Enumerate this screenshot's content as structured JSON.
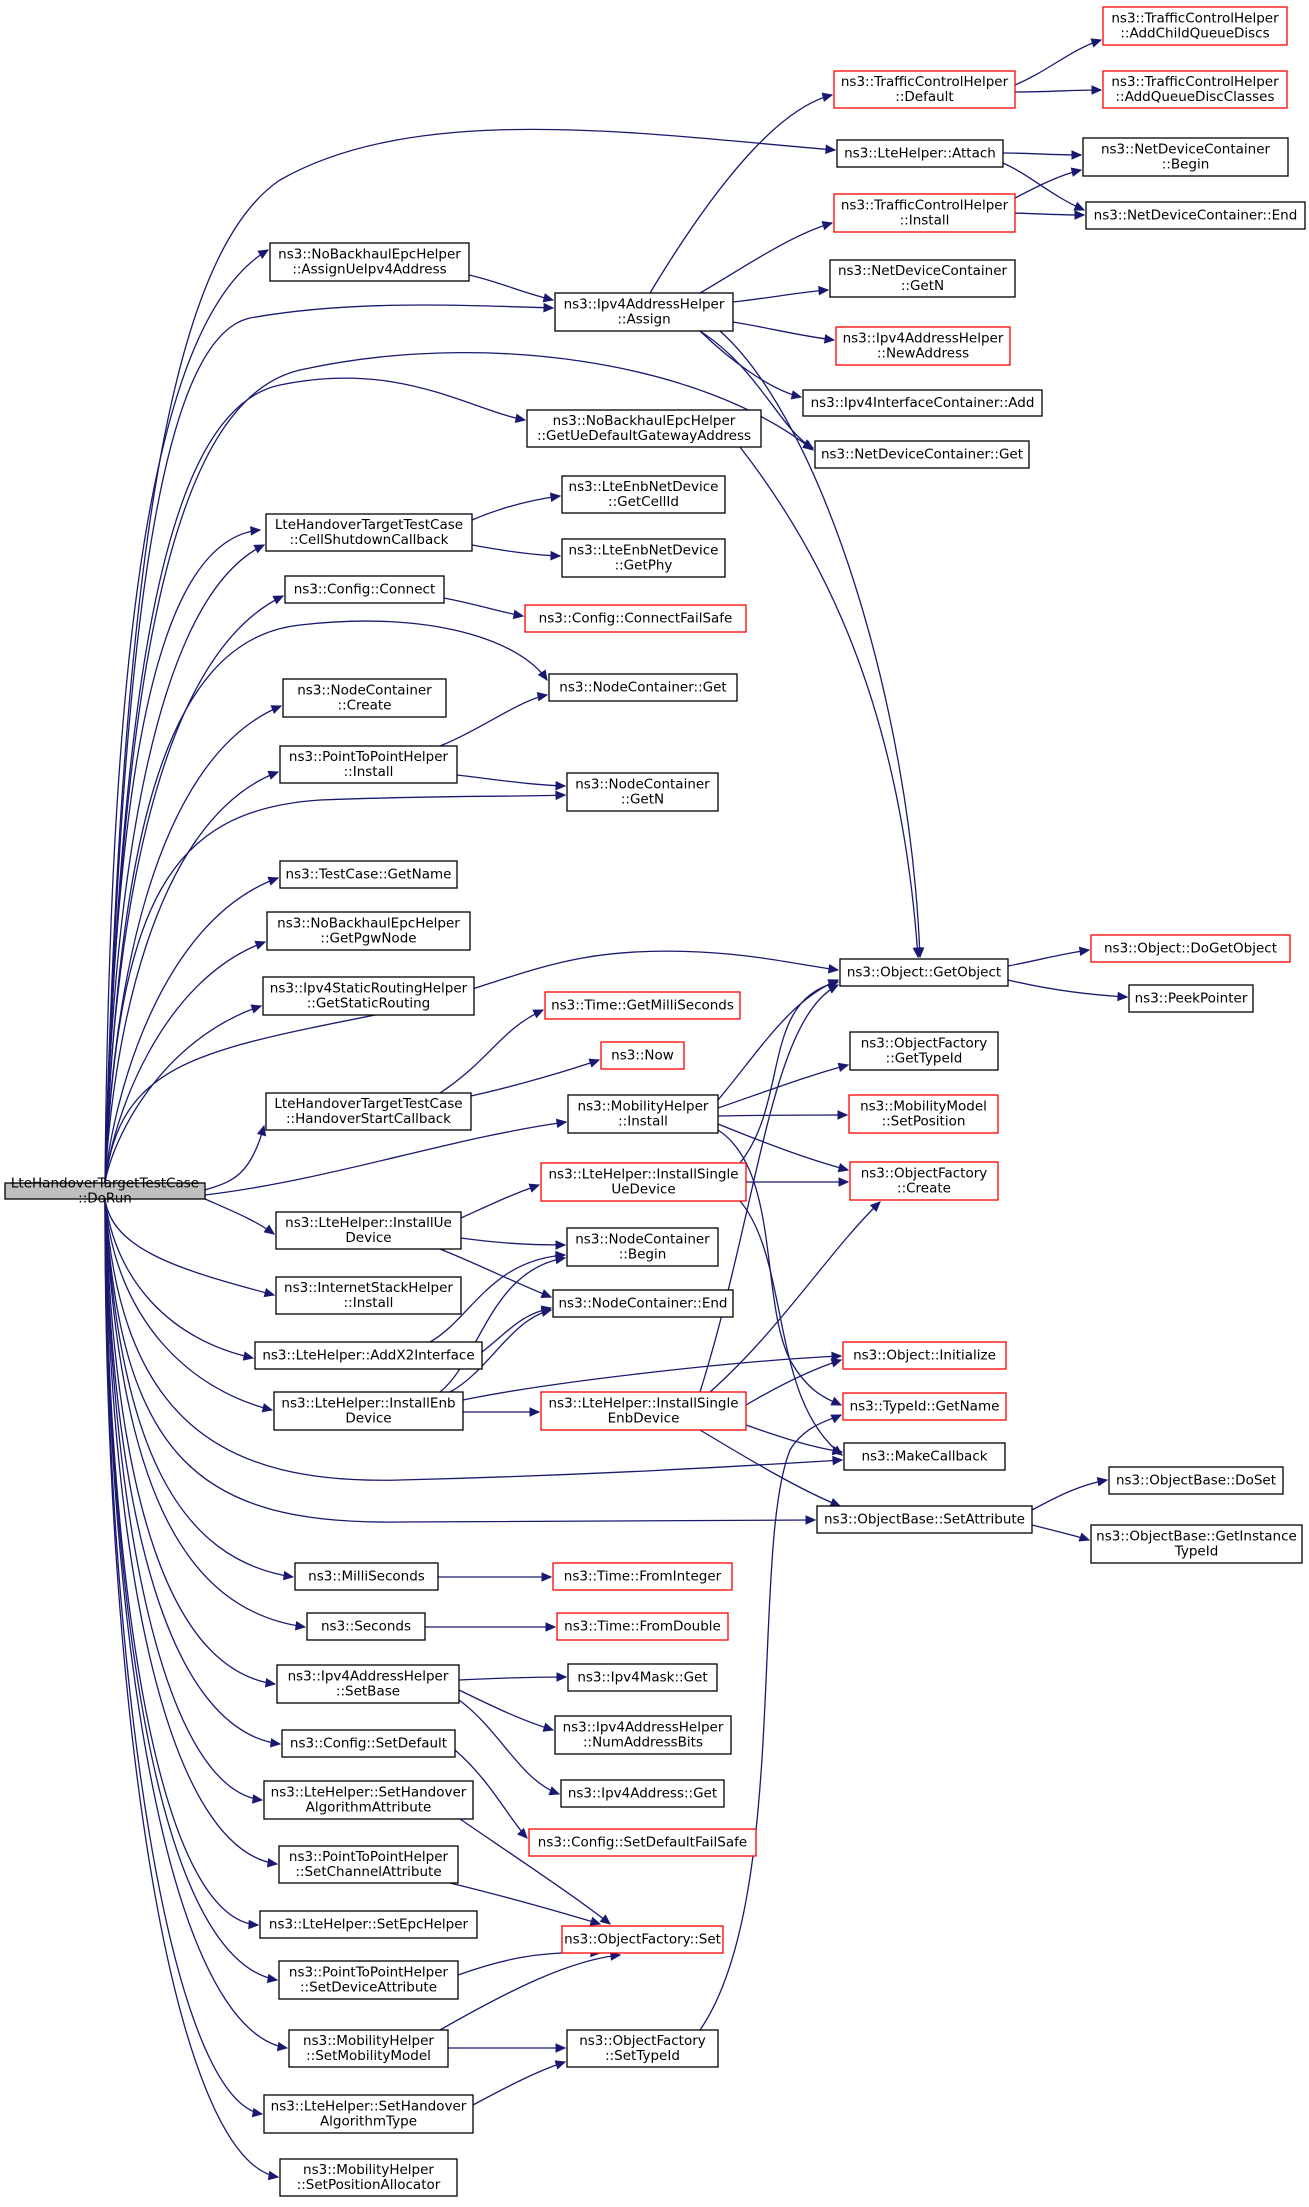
{
  "nodes": [
    {
      "id": "root",
      "lines": [
        "LteHandoverTargetTestCase",
        "::DoRun"
      ],
      "kind": "root"
    },
    {
      "id": "noBackhaulAssign",
      "lines": [
        "ns3::NoBackhaulEpcHelper",
        "::AssignUeIpv4Address"
      ],
      "kind": "normal"
    },
    {
      "id": "ipv4Assign",
      "lines": [
        "ns3::Ipv4AddressHelper",
        "::Assign"
      ],
      "kind": "normal"
    },
    {
      "id": "tchDefault",
      "lines": [
        "ns3::TrafficControlHelper",
        "::Default"
      ],
      "kind": "red"
    },
    {
      "id": "tchAddChild",
      "lines": [
        "ns3::TrafficControlHelper",
        "::AddChildQueueDiscs"
      ],
      "kind": "red"
    },
    {
      "id": "tchAddClasses",
      "lines": [
        "ns3::TrafficControlHelper",
        "::AddQueueDiscClasses"
      ],
      "kind": "red"
    },
    {
      "id": "lteAttach",
      "lines": [
        "ns3::LteHelper::Attach"
      ],
      "kind": "normal"
    },
    {
      "id": "ndcBegin",
      "lines": [
        "ns3::NetDeviceContainer",
        "::Begin"
      ],
      "kind": "normal"
    },
    {
      "id": "tchInstall",
      "lines": [
        "ns3::TrafficControlHelper",
        "::Install"
      ],
      "kind": "red"
    },
    {
      "id": "ndcEnd",
      "lines": [
        "ns3::NetDeviceContainer::End"
      ],
      "kind": "normal"
    },
    {
      "id": "ndcGetN",
      "lines": [
        "ns3::NetDeviceContainer",
        "::GetN"
      ],
      "kind": "normal"
    },
    {
      "id": "ipv4NewAddress",
      "lines": [
        "ns3::Ipv4AddressHelper",
        "::NewAddress"
      ],
      "kind": "red"
    },
    {
      "id": "ifcAdd",
      "lines": [
        "ns3::Ipv4InterfaceContainer::Add"
      ],
      "kind": "normal"
    },
    {
      "id": "ndcGet",
      "lines": [
        "ns3::NetDeviceContainer::Get"
      ],
      "kind": "normal"
    },
    {
      "id": "noBackhaulGateway",
      "lines": [
        "ns3::NoBackhaulEpcHelper",
        "::GetUeDefaultGatewayAddress"
      ],
      "kind": "normal"
    },
    {
      "id": "enbGetCellId",
      "lines": [
        "ns3::LteEnbNetDevice",
        "::GetCellId"
      ],
      "kind": "normal"
    },
    {
      "id": "cellShutdown",
      "lines": [
        "LteHandoverTargetTestCase",
        "::CellShutdownCallback"
      ],
      "kind": "normal"
    },
    {
      "id": "enbGetPhy",
      "lines": [
        "ns3::LteEnbNetDevice",
        "::GetPhy"
      ],
      "kind": "normal"
    },
    {
      "id": "configConnect",
      "lines": [
        "ns3::Config::Connect"
      ],
      "kind": "normal"
    },
    {
      "id": "configConnectFailSafe",
      "lines": [
        "ns3::Config::ConnectFailSafe"
      ],
      "kind": "red"
    },
    {
      "id": "ncGet",
      "lines": [
        "ns3::NodeContainer::Get"
      ],
      "kind": "normal"
    },
    {
      "id": "ncCreate",
      "lines": [
        "ns3::NodeContainer",
        "::Create"
      ],
      "kind": "normal"
    },
    {
      "id": "p2pInstall",
      "lines": [
        "ns3::PointToPointHelper",
        "::Install"
      ],
      "kind": "normal"
    },
    {
      "id": "ncGetN",
      "lines": [
        "ns3::NodeContainer",
        "::GetN"
      ],
      "kind": "normal"
    },
    {
      "id": "tcGetName",
      "lines": [
        "ns3::TestCase::GetName"
      ],
      "kind": "normal"
    },
    {
      "id": "getPgwNode",
      "lines": [
        "ns3::NoBackhaulEpcHelper",
        "::GetPgwNode"
      ],
      "kind": "normal"
    },
    {
      "id": "getStaticRouting",
      "lines": [
        "ns3::Ipv4StaticRoutingHelper",
        "::GetStaticRouting"
      ],
      "kind": "normal"
    },
    {
      "id": "objGetObject",
      "lines": [
        "ns3::Object::GetObject"
      ],
      "kind": "normal"
    },
    {
      "id": "objDoGetObject",
      "lines": [
        "ns3::Object::DoGetObject"
      ],
      "kind": "red"
    },
    {
      "id": "peekPointer",
      "lines": [
        "ns3::PeekPointer"
      ],
      "kind": "normal"
    },
    {
      "id": "timeGetMilli",
      "lines": [
        "ns3::Time::GetMilliSeconds"
      ],
      "kind": "red"
    },
    {
      "id": "now",
      "lines": [
        "ns3::Now"
      ],
      "kind": "red"
    },
    {
      "id": "ofGetTypeId",
      "lines": [
        "ns3::ObjectFactory",
        "::GetTypeId"
      ],
      "kind": "normal"
    },
    {
      "id": "hoStart",
      "lines": [
        "LteHandoverTargetTestCase",
        "::HandoverStartCallback"
      ],
      "kind": "normal"
    },
    {
      "id": "mobInstall",
      "lines": [
        "ns3::MobilityHelper",
        "::Install"
      ],
      "kind": "normal"
    },
    {
      "id": "mmSetPos",
      "lines": [
        "ns3::MobilityModel",
        "::SetPosition"
      ],
      "kind": "red"
    },
    {
      "id": "installSingleUe",
      "lines": [
        "ns3::LteHelper::InstallSingle",
        "UeDevice"
      ],
      "kind": "red"
    },
    {
      "id": "ofCreate",
      "lines": [
        "ns3::ObjectFactory",
        "::Create"
      ],
      "kind": "red"
    },
    {
      "id": "installUe",
      "lines": [
        "ns3::LteHelper::InstallUe",
        "Device"
      ],
      "kind": "normal"
    },
    {
      "id": "ncBegin",
      "lines": [
        "ns3::NodeContainer",
        "::Begin"
      ],
      "kind": "normal"
    },
    {
      "id": "inetInstall",
      "lines": [
        "ns3::InternetStackHelper",
        "::Install"
      ],
      "kind": "normal"
    },
    {
      "id": "ncEnd",
      "lines": [
        "ns3::NodeContainer::End"
      ],
      "kind": "normal"
    },
    {
      "id": "addX2",
      "lines": [
        "ns3::LteHelper::AddX2Interface"
      ],
      "kind": "normal"
    },
    {
      "id": "objInit",
      "lines": [
        "ns3::Object::Initialize"
      ],
      "kind": "red"
    },
    {
      "id": "installEnb",
      "lines": [
        "ns3::LteHelper::InstallEnb",
        "Device"
      ],
      "kind": "normal"
    },
    {
      "id": "installSingleEnb",
      "lines": [
        "ns3::LteHelper::InstallSingle",
        "EnbDevice"
      ],
      "kind": "red"
    },
    {
      "id": "typeIdGetName",
      "lines": [
        "ns3::TypeId::GetName"
      ],
      "kind": "red"
    },
    {
      "id": "makeCallback",
      "lines": [
        "ns3::MakeCallback"
      ],
      "kind": "normal"
    },
    {
      "id": "obDoSet",
      "lines": [
        "ns3::ObjectBase::DoSet"
      ],
      "kind": "normal"
    },
    {
      "id": "obSetAttr",
      "lines": [
        "ns3::ObjectBase::SetAttribute"
      ],
      "kind": "normal"
    },
    {
      "id": "obGetInstTypeId",
      "lines": [
        "ns3::ObjectBase::GetInstance",
        "TypeId"
      ],
      "kind": "normal"
    },
    {
      "id": "milliSeconds",
      "lines": [
        "ns3::MilliSeconds"
      ],
      "kind": "normal"
    },
    {
      "id": "timeFromInteger",
      "lines": [
        "ns3::Time::FromInteger"
      ],
      "kind": "red"
    },
    {
      "id": "seconds",
      "lines": [
        "ns3::Seconds"
      ],
      "kind": "normal"
    },
    {
      "id": "timeFromDouble",
      "lines": [
        "ns3::Time::FromDouble"
      ],
      "kind": "red"
    },
    {
      "id": "ipv4SetBase",
      "lines": [
        "ns3::Ipv4AddressHelper",
        "::SetBase"
      ],
      "kind": "normal"
    },
    {
      "id": "ipv4MaskGet",
      "lines": [
        "ns3::Ipv4Mask::Get"
      ],
      "kind": "normal"
    },
    {
      "id": "numAddrBits",
      "lines": [
        "ns3::Ipv4AddressHelper",
        "::NumAddressBits"
      ],
      "kind": "normal"
    },
    {
      "id": "configSetDefault",
      "lines": [
        "ns3::Config::SetDefault"
      ],
      "kind": "normal"
    },
    {
      "id": "ipv4AddrGet",
      "lines": [
        "ns3::Ipv4Address::Get"
      ],
      "kind": "normal"
    },
    {
      "id": "setHoAttr",
      "lines": [
        "ns3::LteHelper::SetHandover",
        "AlgorithmAttribute"
      ],
      "kind": "normal"
    },
    {
      "id": "configSetDefaultFailSafe",
      "lines": [
        "ns3::Config::SetDefaultFailSafe"
      ],
      "kind": "red"
    },
    {
      "id": "p2pSetChannelAttr",
      "lines": [
        "ns3::PointToPointHelper",
        "::SetChannelAttribute"
      ],
      "kind": "normal"
    },
    {
      "id": "setEpcHelper",
      "lines": [
        "ns3::LteHelper::SetEpcHelper"
      ],
      "kind": "normal"
    },
    {
      "id": "ofSet",
      "lines": [
        "ns3::ObjectFactory::Set"
      ],
      "kind": "red"
    },
    {
      "id": "p2pSetDeviceAttr",
      "lines": [
        "ns3::PointToPointHelper",
        "::SetDeviceAttribute"
      ],
      "kind": "normal"
    },
    {
      "id": "mobSetModel",
      "lines": [
        "ns3::MobilityHelper",
        "::SetMobilityModel"
      ],
      "kind": "normal"
    },
    {
      "id": "ofSetTypeId",
      "lines": [
        "ns3::ObjectFactory",
        "::SetTypeId"
      ],
      "kind": "normal"
    },
    {
      "id": "setHoType",
      "lines": [
        "ns3::LteHelper::SetHandover",
        "AlgorithmType"
      ],
      "kind": "normal"
    },
    {
      "id": "mobSetPosAlloc",
      "lines": [
        "ns3::MobilityHelper",
        "::SetPositionAllocator"
      ],
      "kind": "normal"
    }
  ]
}
